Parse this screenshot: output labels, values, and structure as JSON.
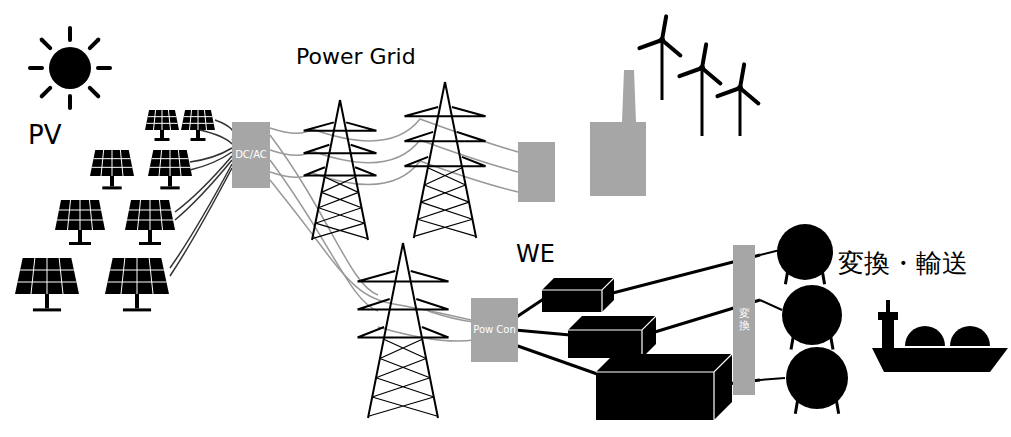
{
  "diagram": {
    "nodes": [
      {
        "text": [
          "DC/AC"
        ]
      },
      {
        "text": [
          "Pow Con"
        ]
      },
      {
        "text": [
          "変換"
        ]
      }
    ],
    "edges": [
      {
        "from": 0,
        "to": 1,
        "arrow": "none"
      }
    ],
    "labels": [
      "PV",
      "Power Grid",
      "WE",
      "変換・輸送"
    ]
  }
}
